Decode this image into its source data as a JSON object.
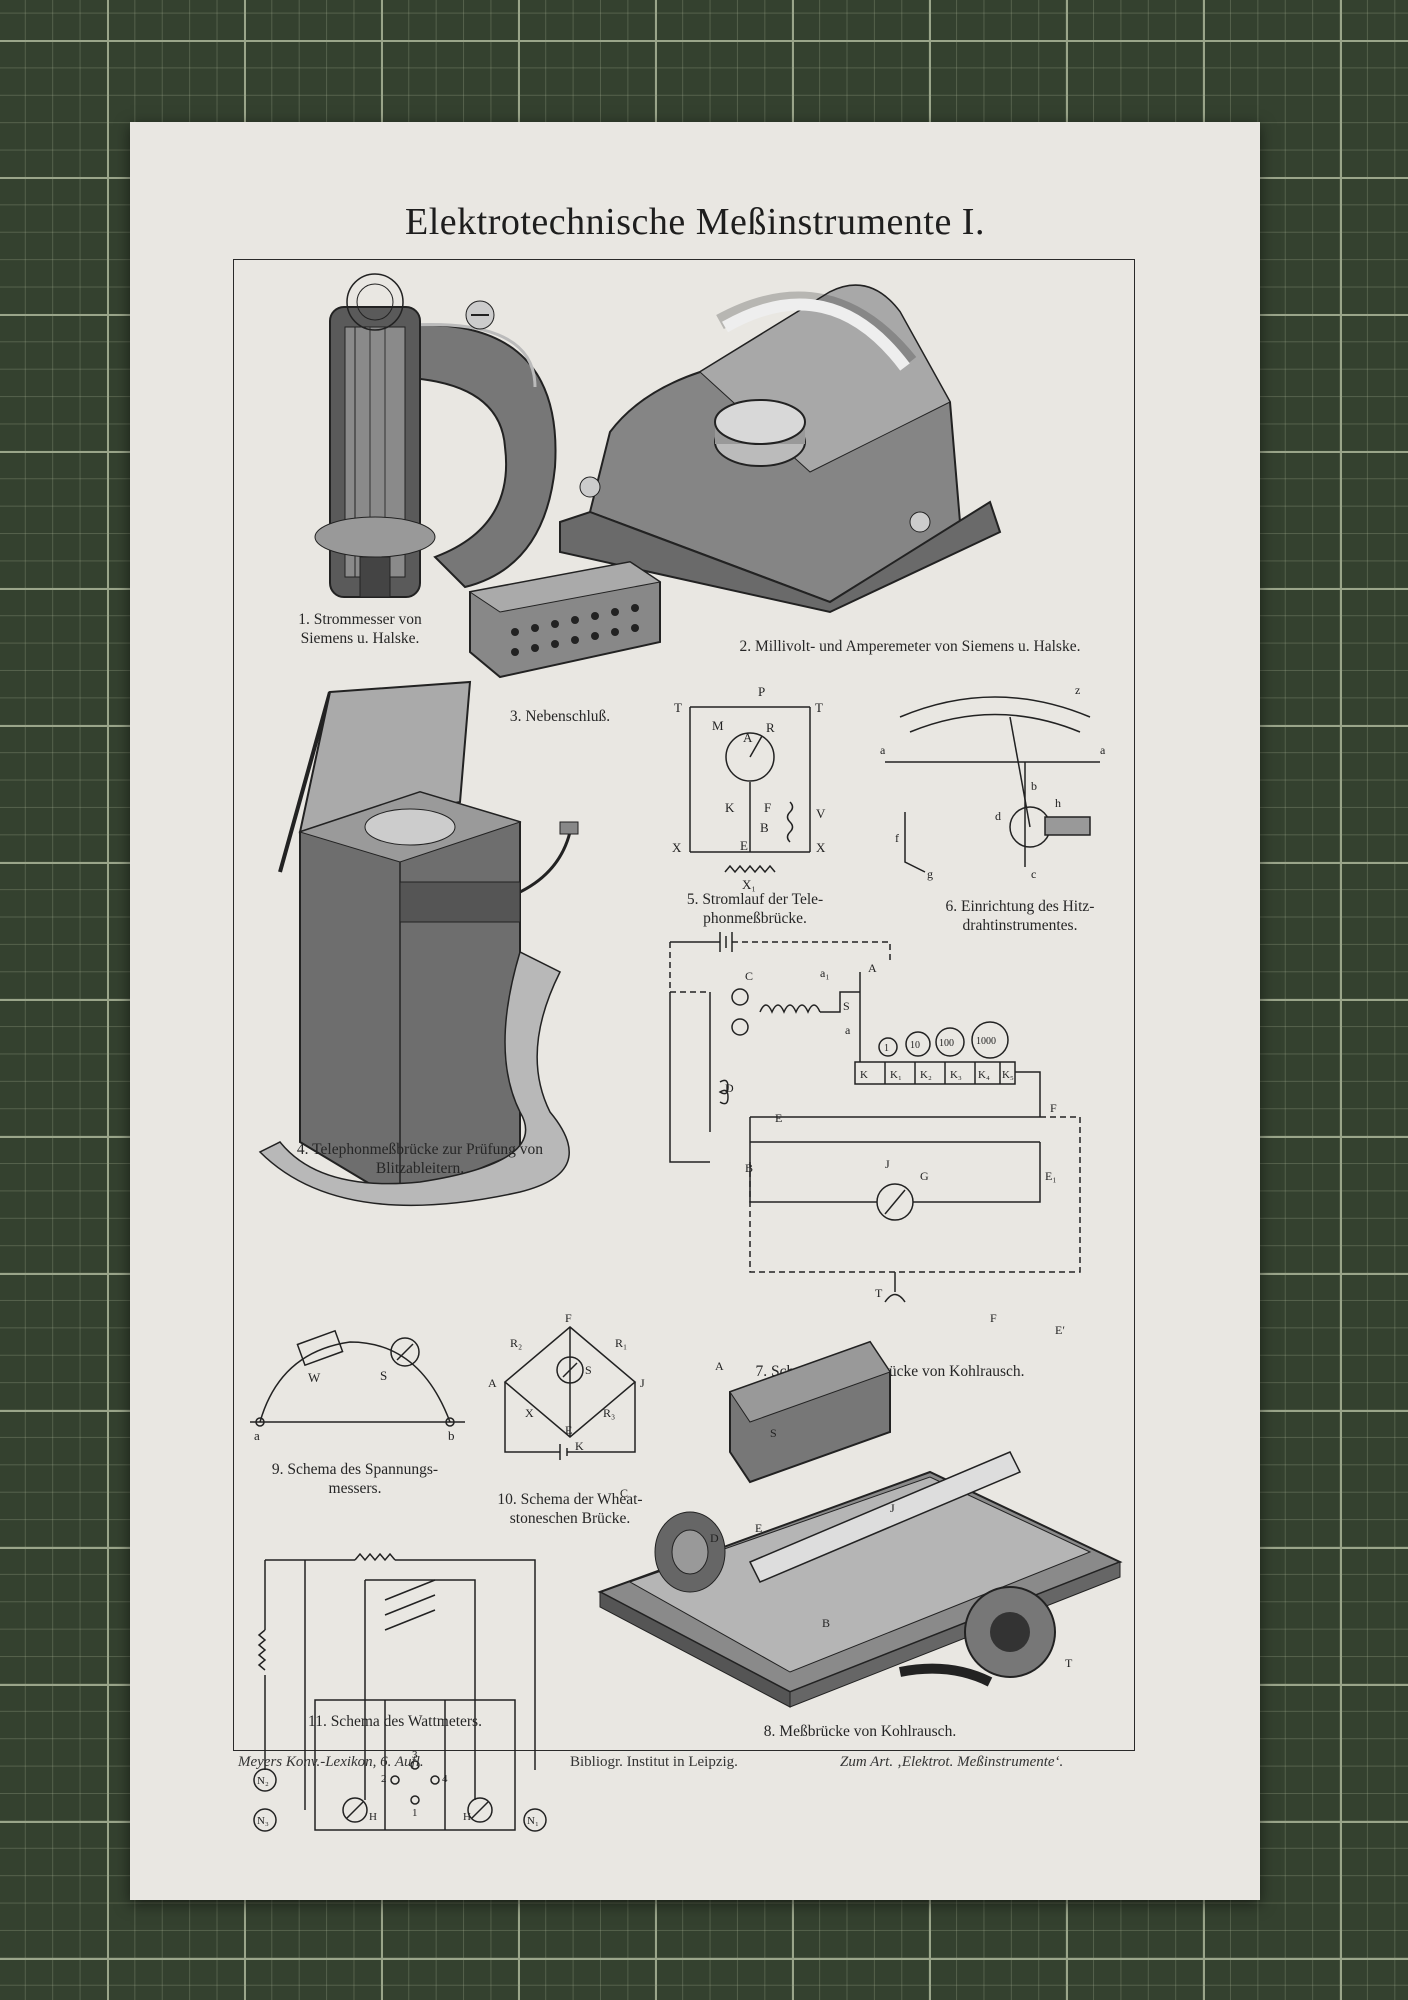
{
  "title": "Elektrotechnische Meßinstrumente I.",
  "captions": {
    "fig1_line1": "1. Strommesser von",
    "fig1_line2": "Siemens u. Halske.",
    "fig2": "2. Millivolt- und Amperemeter von Siemens u. Halske.",
    "fig3": "3. Nebenschluß.",
    "fig4_line1": "4. Telephonmeßbrücke zur Prüfung von",
    "fig4_line2": "Blitzableitern.",
    "fig5_line1": "5. Stromlauf der Tele-",
    "fig5_line2": "phonmeßbrücke.",
    "fig6_line1": "6. Einrichtung des Hitz-",
    "fig6_line2": "drahtinstrumentes.",
    "fig7": "7. Schema der Meßbrücke von Kohlrausch.",
    "fig8": "8. Meßbrücke von Kohlrausch.",
    "fig9_line1": "9. Schema des Spannungs-",
    "fig9_line2": "messers.",
    "fig10_line1": "10. Schema der Wheat-",
    "fig10_line2": "stoneschen Brücke.",
    "fig11": "11. Schema des Wattmeters."
  },
  "footer": {
    "left": "Meyers Konv.-Lexikon, 6. Aufl.",
    "center": "Bibliogr. Institut in Leipzig.",
    "right": "Zum Art. ‚Elektrot. Meßinstrumente‘."
  },
  "labels": {
    "fig5": {
      "p": "P",
      "t1": "T",
      "t2": "T",
      "m": "M",
      "a": "A",
      "r": "R",
      "k": "K",
      "f": "F",
      "v": "V",
      "b": "B",
      "e": "E",
      "x1": "X",
      "x2": "X",
      "x3": "X₁"
    },
    "fig6": {
      "a1": "a",
      "a2": "a",
      "z": "z",
      "b": "b",
      "h": "h",
      "d": "d",
      "f": "f",
      "g": "g",
      "c": "c"
    },
    "fig7": {
      "c": "C",
      "a1": "a₁",
      "a": "A",
      "s": "S",
      "a2": "a",
      "d": "D",
      "e": "E",
      "f": "F",
      "b": "B",
      "j": "J",
      "g": "G",
      "e1": "E₁",
      "t": "T",
      "k": "K",
      "k1": "K₁",
      "k2": "K₂",
      "k3": "K₃",
      "k4": "K₄",
      "k5": "K₅",
      "r1": "1",
      "r10": "10",
      "r100": "100",
      "r1000": "1000"
    },
    "fig9": {
      "w": "W",
      "s": "S",
      "a": "a",
      "b": "b"
    },
    "fig10": {
      "f": "F",
      "r2": "R₂",
      "r1": "R₁",
      "a": "A",
      "j": "J",
      "s": "S",
      "x": "X",
      "r3": "R₃",
      "e": "E",
      "k": "K"
    },
    "fig11": {
      "n2": "N₂",
      "n3": "N₃",
      "n1": "N₁",
      "h1": "H",
      "h2": "H",
      "n_1": "1",
      "n_2": "2",
      "n_3": "3",
      "n_4": "4"
    },
    "fig8": {
      "a": "A",
      "f": "F",
      "e_prime": "E′",
      "s": "S",
      "c": "C",
      "d": "D",
      "e": "E",
      "j": "J",
      "b": "B",
      "t": "T"
    }
  }
}
